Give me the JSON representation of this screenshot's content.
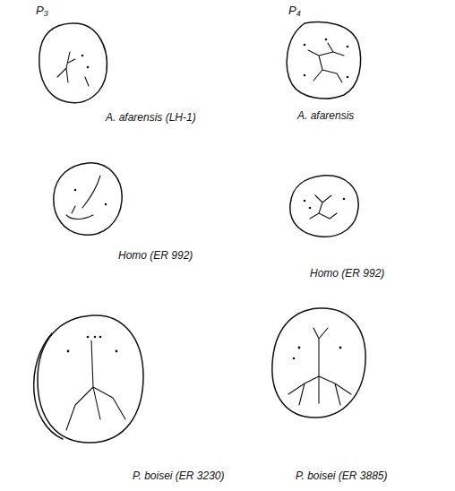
{
  "diagram": {
    "labels": [
      "P₃",
      "P₄",
      "A. afarensis (LH-1)",
      "A. afarensis",
      "Homo (ER 992)",
      "Homo (ER 992)",
      "P. boisei (ER 3230)",
      "P. boisei (ER 3885)"
    ]
  }
}
